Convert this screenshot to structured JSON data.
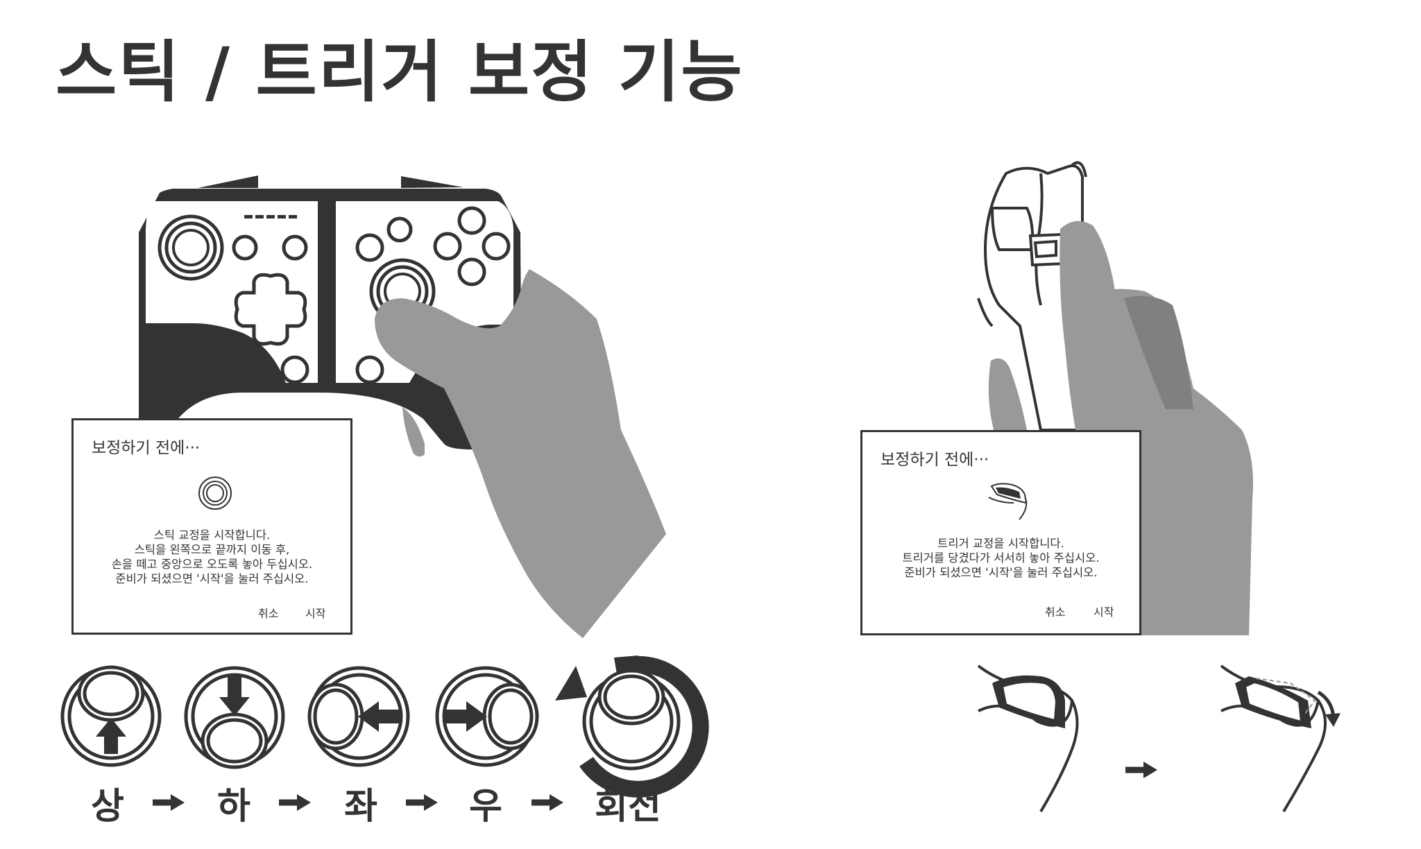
{
  "title": "스틱 / 트리거 보정 기능",
  "stick_dialog": {
    "title": "보정하기 전에···",
    "message_lines": [
      "스틱 교정을 시작합니다.",
      "스틱을 왼쪽으로 끝까지 이동 후,",
      "손을 떼고 중앙으로 오도록 놓아 두십시오.",
      "준비가 되셨으면 '시작'을 눌러 주십시오."
    ],
    "cancel_label": "취소",
    "start_label": "시작"
  },
  "trigger_dialog": {
    "title": "보정하기 전에···",
    "message_lines": [
      "트리거 교정을 시작합니다.",
      "트리거를 당겼다가 서서히 놓아 주십시오.",
      "준비가 되셨으면 '시작'을 눌러 주십시오."
    ],
    "cancel_label": "취소",
    "start_label": "시작"
  },
  "stick_steps": [
    "상",
    "하",
    "좌",
    "우",
    "회전"
  ],
  "colors": {
    "ink": "#333333",
    "hand": "#999999",
    "hand_dark": "#808080",
    "background": "#ffffff"
  },
  "icons": [
    "gamepad-icon",
    "hand-icon",
    "trigger-icon",
    "stick-up-icon",
    "stick-down-icon",
    "stick-left-icon",
    "stick-right-icon",
    "stick-rotate-icon",
    "arrow-right-icon"
  ]
}
